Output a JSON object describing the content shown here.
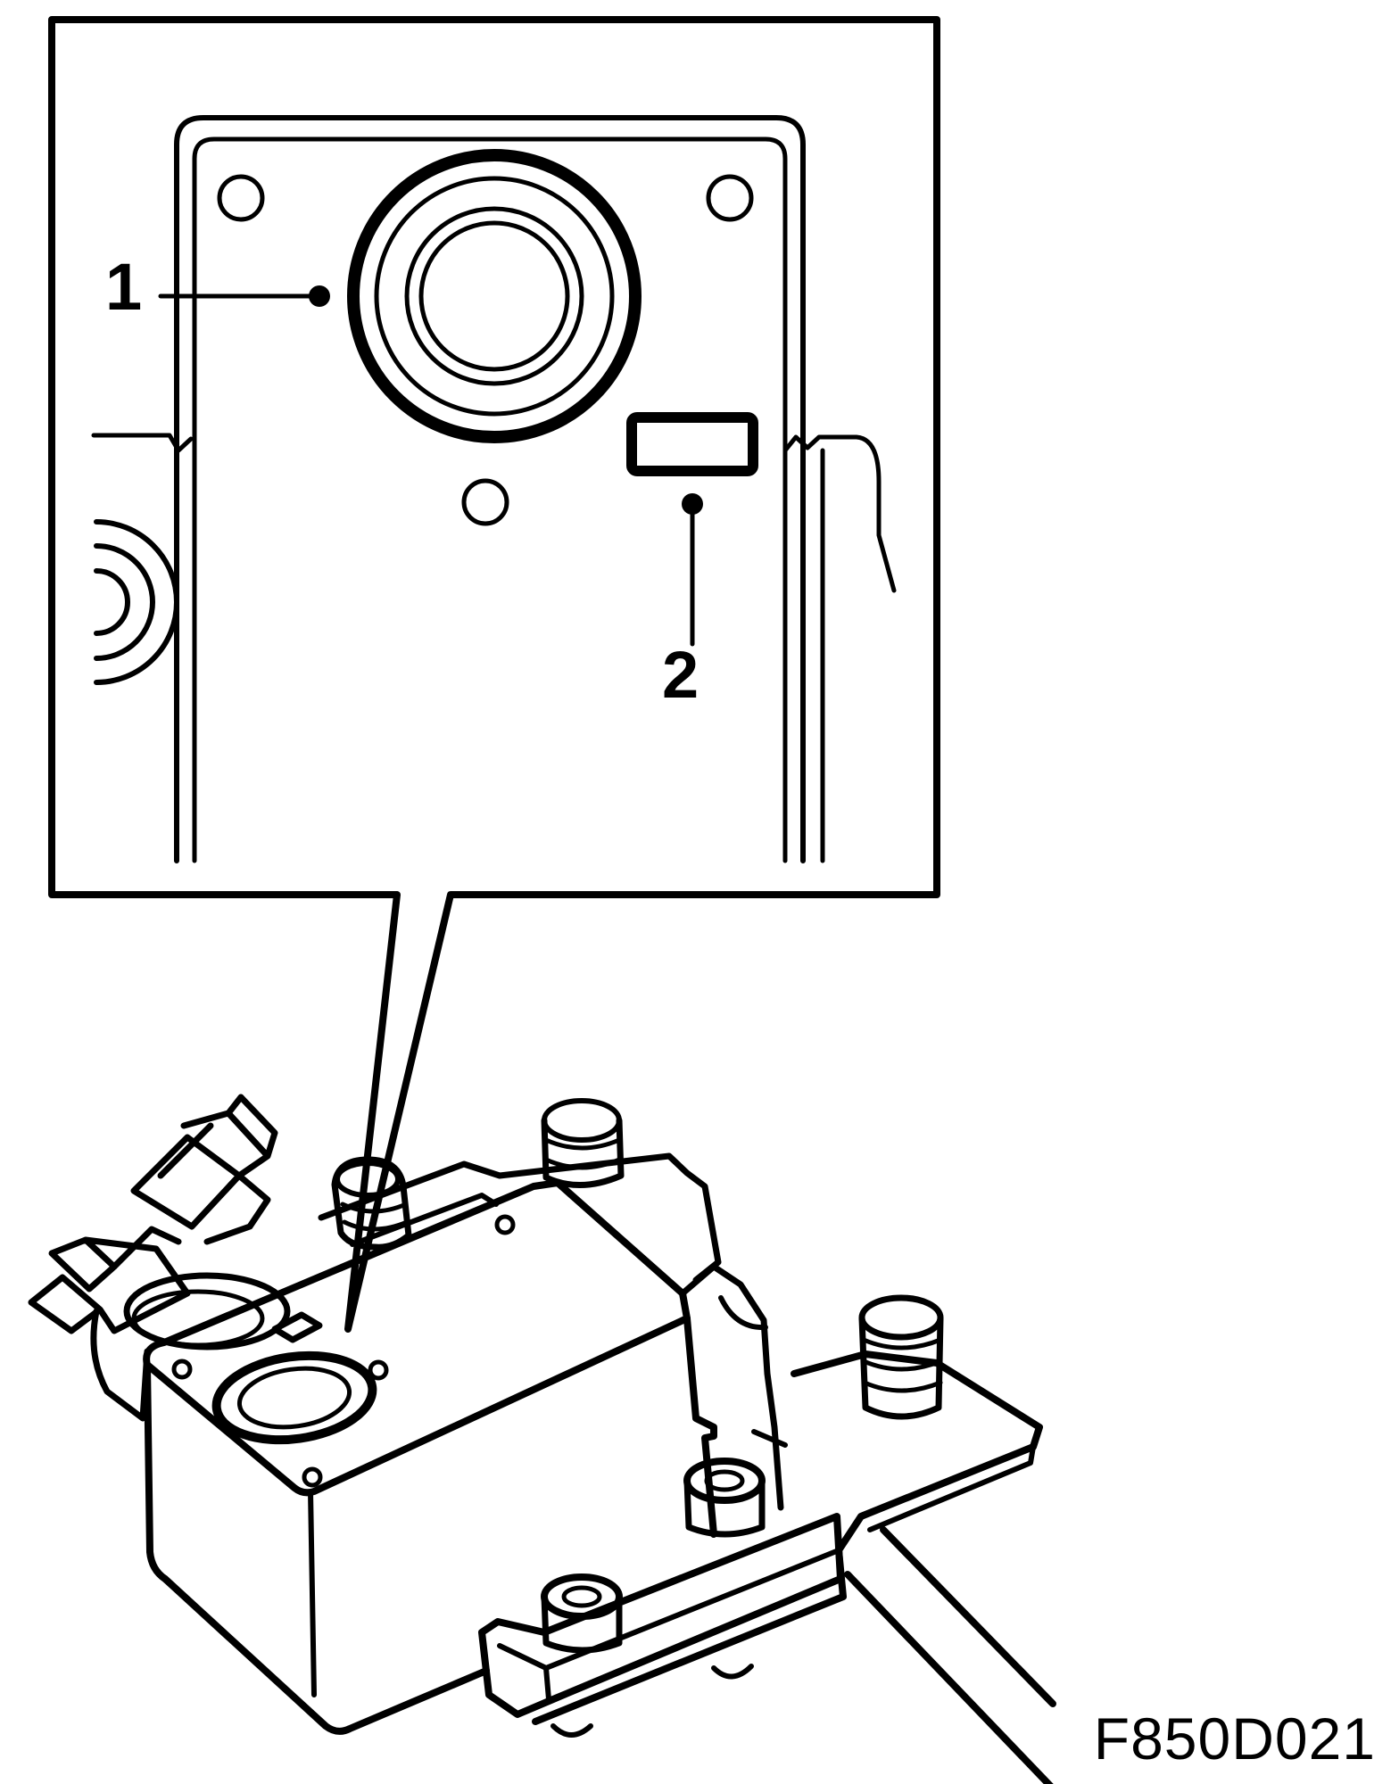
{
  "callouts": [
    {
      "number": "1"
    },
    {
      "number": "2"
    }
  ],
  "figure_code": "F850D021",
  "colors": {
    "line": "#000000",
    "background": "#ffffff"
  }
}
